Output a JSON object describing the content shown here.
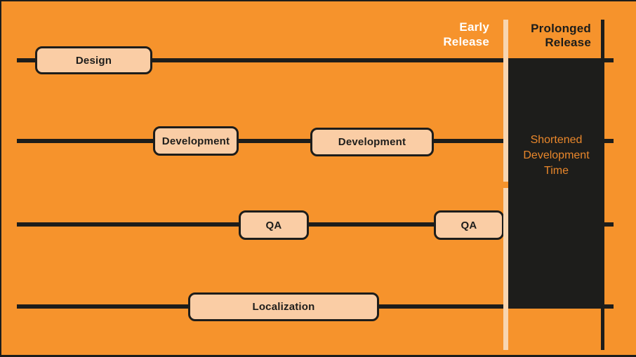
{
  "rows": [
    {
      "name": "design",
      "boxes": [
        {
          "label": "Design"
        }
      ]
    },
    {
      "name": "development",
      "boxes": [
        {
          "label": "Development"
        },
        {
          "label": "Development"
        }
      ]
    },
    {
      "name": "qa",
      "boxes": [
        {
          "label": "QA"
        },
        {
          "label": "QA"
        }
      ]
    },
    {
      "name": "localization",
      "boxes": [
        {
          "label": "Localization"
        }
      ]
    }
  ],
  "markers": {
    "early_release": {
      "lines": [
        "Early",
        "Release"
      ],
      "text_color": "#FFFFFF"
    },
    "prolonged_release": {
      "lines": [
        "Prolonged",
        "Release"
      ],
      "text_color": "#1D1D1B"
    },
    "shortened_development": {
      "lines": [
        "Shortened",
        "Development",
        "Time"
      ],
      "text_color": "#E9872B"
    }
  },
  "colors": {
    "background": "#F6932C",
    "line_black": "#1D1D1B",
    "phase_box_fill": "#FACDA5",
    "early_release_bar": "#F8D5B0",
    "accent_text": "#E9872B"
  }
}
